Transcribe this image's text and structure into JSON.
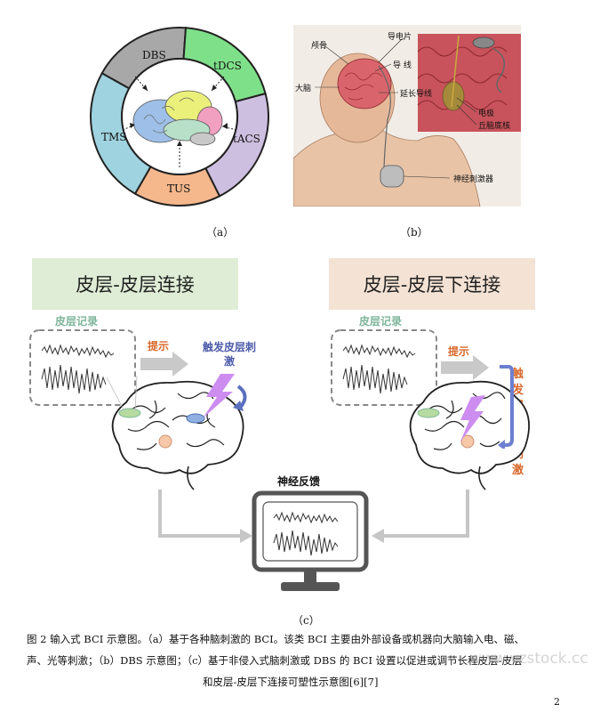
{
  "panel_a": {
    "segments": [
      "DBS",
      "tDCS",
      "tACS",
      "TUS",
      "TMS"
    ],
    "colors": {
      "DBS": "#a8a8a8",
      "tDCS": "#7fe08a",
      "tACS": "#cdbfe0",
      "TUS": "#f5b78c",
      "TMS": "#9fd3df"
    },
    "label": "（a）"
  },
  "panel_b": {
    "labels": [
      "颅骨",
      "导电片",
      "导 线",
      "大脑",
      "延长导线",
      "电极",
      "丘脑底核",
      "神经刺激器"
    ],
    "label": "（b）"
  },
  "panel_c": {
    "left": {
      "title": "皮层-皮层连接",
      "recording": "皮层记录",
      "cue": "提示",
      "stim": "触发皮层刺激"
    },
    "right": {
      "title": "皮层-皮层下连接",
      "recording": "皮层记录",
      "cue": "提示",
      "stim": "触发深部脑刺激"
    },
    "feedback": "神经反馈",
    "label": "（c）"
  },
  "caption": {
    "line1": "图 2  输入式 BCI 示意图。（a）基于各种脑刺激的 BCI。该类 BCI 主要由外部设备或机器向大脑输入电、磁、",
    "line2": "声、光等刺激；（b）DBS 示意图；（c）基于非侵入式脑刺激或 DBS 的 BCI 设置以促进或调节长程皮层-皮层",
    "line3": "和皮层-皮层下连接可塑性示意图[6][7]"
  },
  "page_number": "2",
  "watermark": "www.vzstock.cc"
}
